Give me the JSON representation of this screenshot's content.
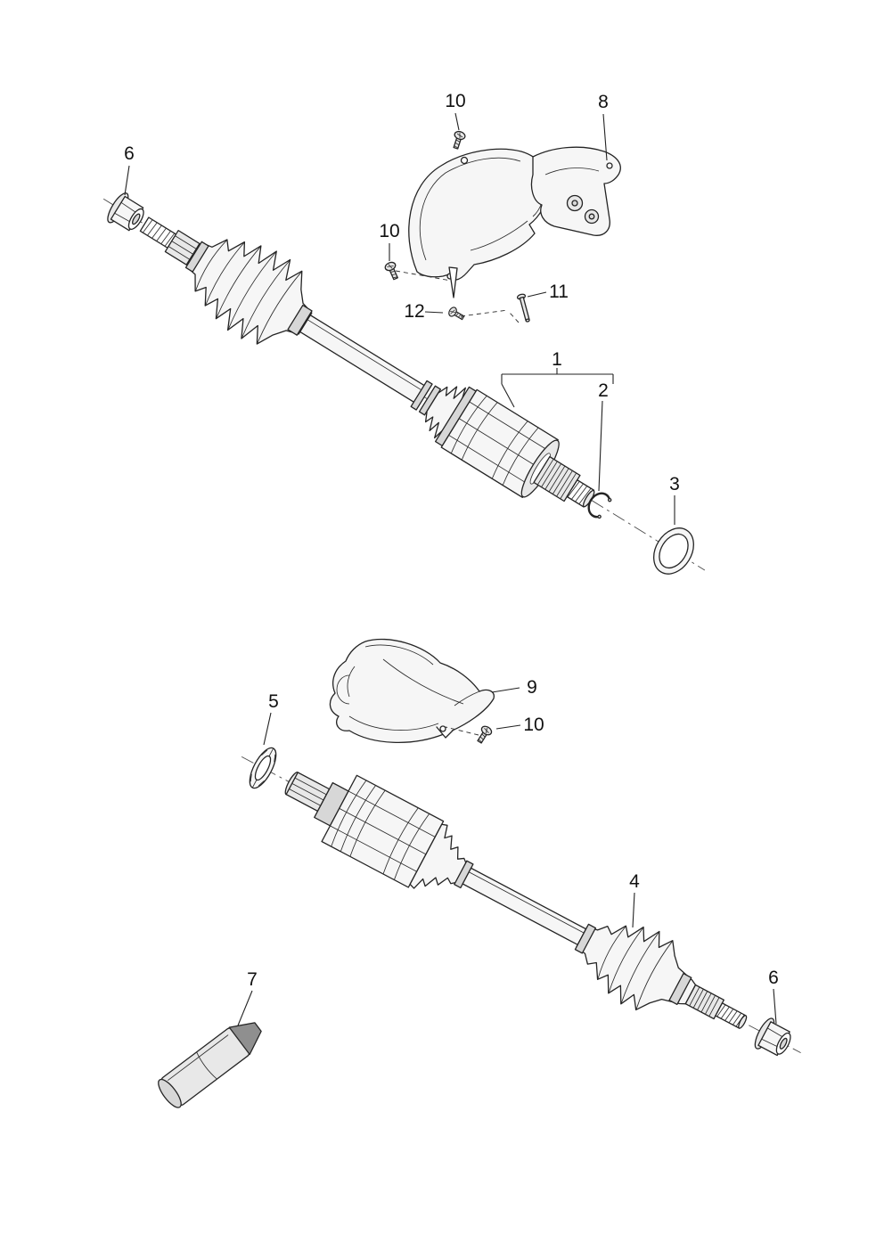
{
  "page": {
    "background": "#ffffff"
  },
  "colors": {
    "line": "#242424",
    "fill_light": "#f6f6f6",
    "fill_mid": "#e8e8e8",
    "fill_band": "#d7d7d7",
    "tube_tip": "#8f8f8f"
  },
  "callouts": {
    "c1": {
      "label": "1"
    },
    "c2": {
      "label": "2"
    },
    "c3": {
      "label": "3"
    },
    "c4": {
      "label": "4"
    },
    "c5": {
      "label": "5"
    },
    "c6_upper": {
      "label": "6"
    },
    "c6_lower": {
      "label": "6"
    },
    "c7": {
      "label": "7"
    },
    "c8": {
      "label": "8"
    },
    "c9": {
      "label": "9"
    },
    "c10_top": {
      "label": "10"
    },
    "c10_mid": {
      "label": "10"
    },
    "c10_lower": {
      "label": "10"
    },
    "c11": {
      "label": "11"
    },
    "c12": {
      "label": "12"
    }
  }
}
